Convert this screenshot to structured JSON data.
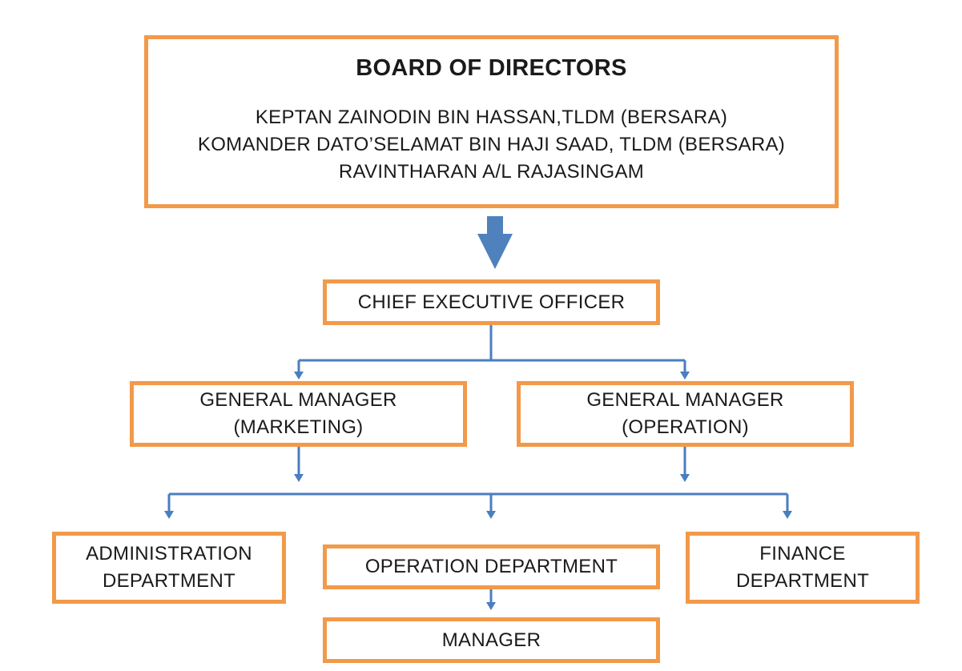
{
  "board": {
    "title": "BOARD OF DIRECTORS",
    "members": [
      "KEPTAN ZAINODIN BIN HASSAN,TLDM (BERSARA)",
      "KOMANDER DATO’SELAMAT BIN HAJI SAAD, TLDM (BERSARA)",
      "RAVINTHARAN A/L RAJASINGAM"
    ]
  },
  "ceo": {
    "label": "CHIEF EXECUTIVE OFFICER"
  },
  "gm_marketing": {
    "line1": "GENERAL MANAGER",
    "line2": "(MARKETING)"
  },
  "gm_operation": {
    "line1": "GENERAL MANAGER",
    "line2": "(OPERATION)"
  },
  "admin_dept": {
    "line1": "ADMINISTRATION",
    "line2": "DEPARTMENT"
  },
  "operation_dept": {
    "label": "OPERATION DEPARTMENT"
  },
  "finance_dept": {
    "line1": "FINANCE",
    "line2": "DEPARTMENT"
  },
  "manager": {
    "label": "MANAGER"
  },
  "colors": {
    "box_border": "#f2994a",
    "connector": "#4a7ebf",
    "main_arrow": "#4f81bd"
  }
}
